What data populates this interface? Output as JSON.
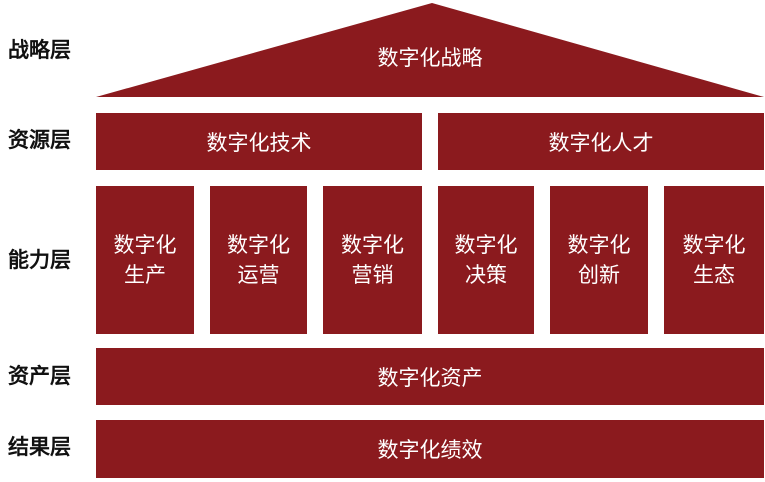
{
  "colors": {
    "block": "#8b1a1e",
    "block_text": "#ffffff",
    "label_text": "#111111"
  },
  "layers": {
    "strategy": {
      "label": "战略层",
      "roof": "数字化战略"
    },
    "resource": {
      "label": "资源层",
      "items": [
        "数字化技术",
        "数字化人才"
      ]
    },
    "capability": {
      "label": "能力层",
      "items": [
        {
          "line1": "数字化",
          "line2": "生产"
        },
        {
          "line1": "数字化",
          "line2": "运营"
        },
        {
          "line1": "数字化",
          "line2": "营销"
        },
        {
          "line1": "数字化",
          "line2": "决策"
        },
        {
          "line1": "数字化",
          "line2": "创新"
        },
        {
          "line1": "数字化",
          "line2": "生态"
        }
      ]
    },
    "asset": {
      "label": "资产层",
      "bar": "数字化资产"
    },
    "result": {
      "label": "结果层",
      "bar": "数字化绩效"
    }
  }
}
